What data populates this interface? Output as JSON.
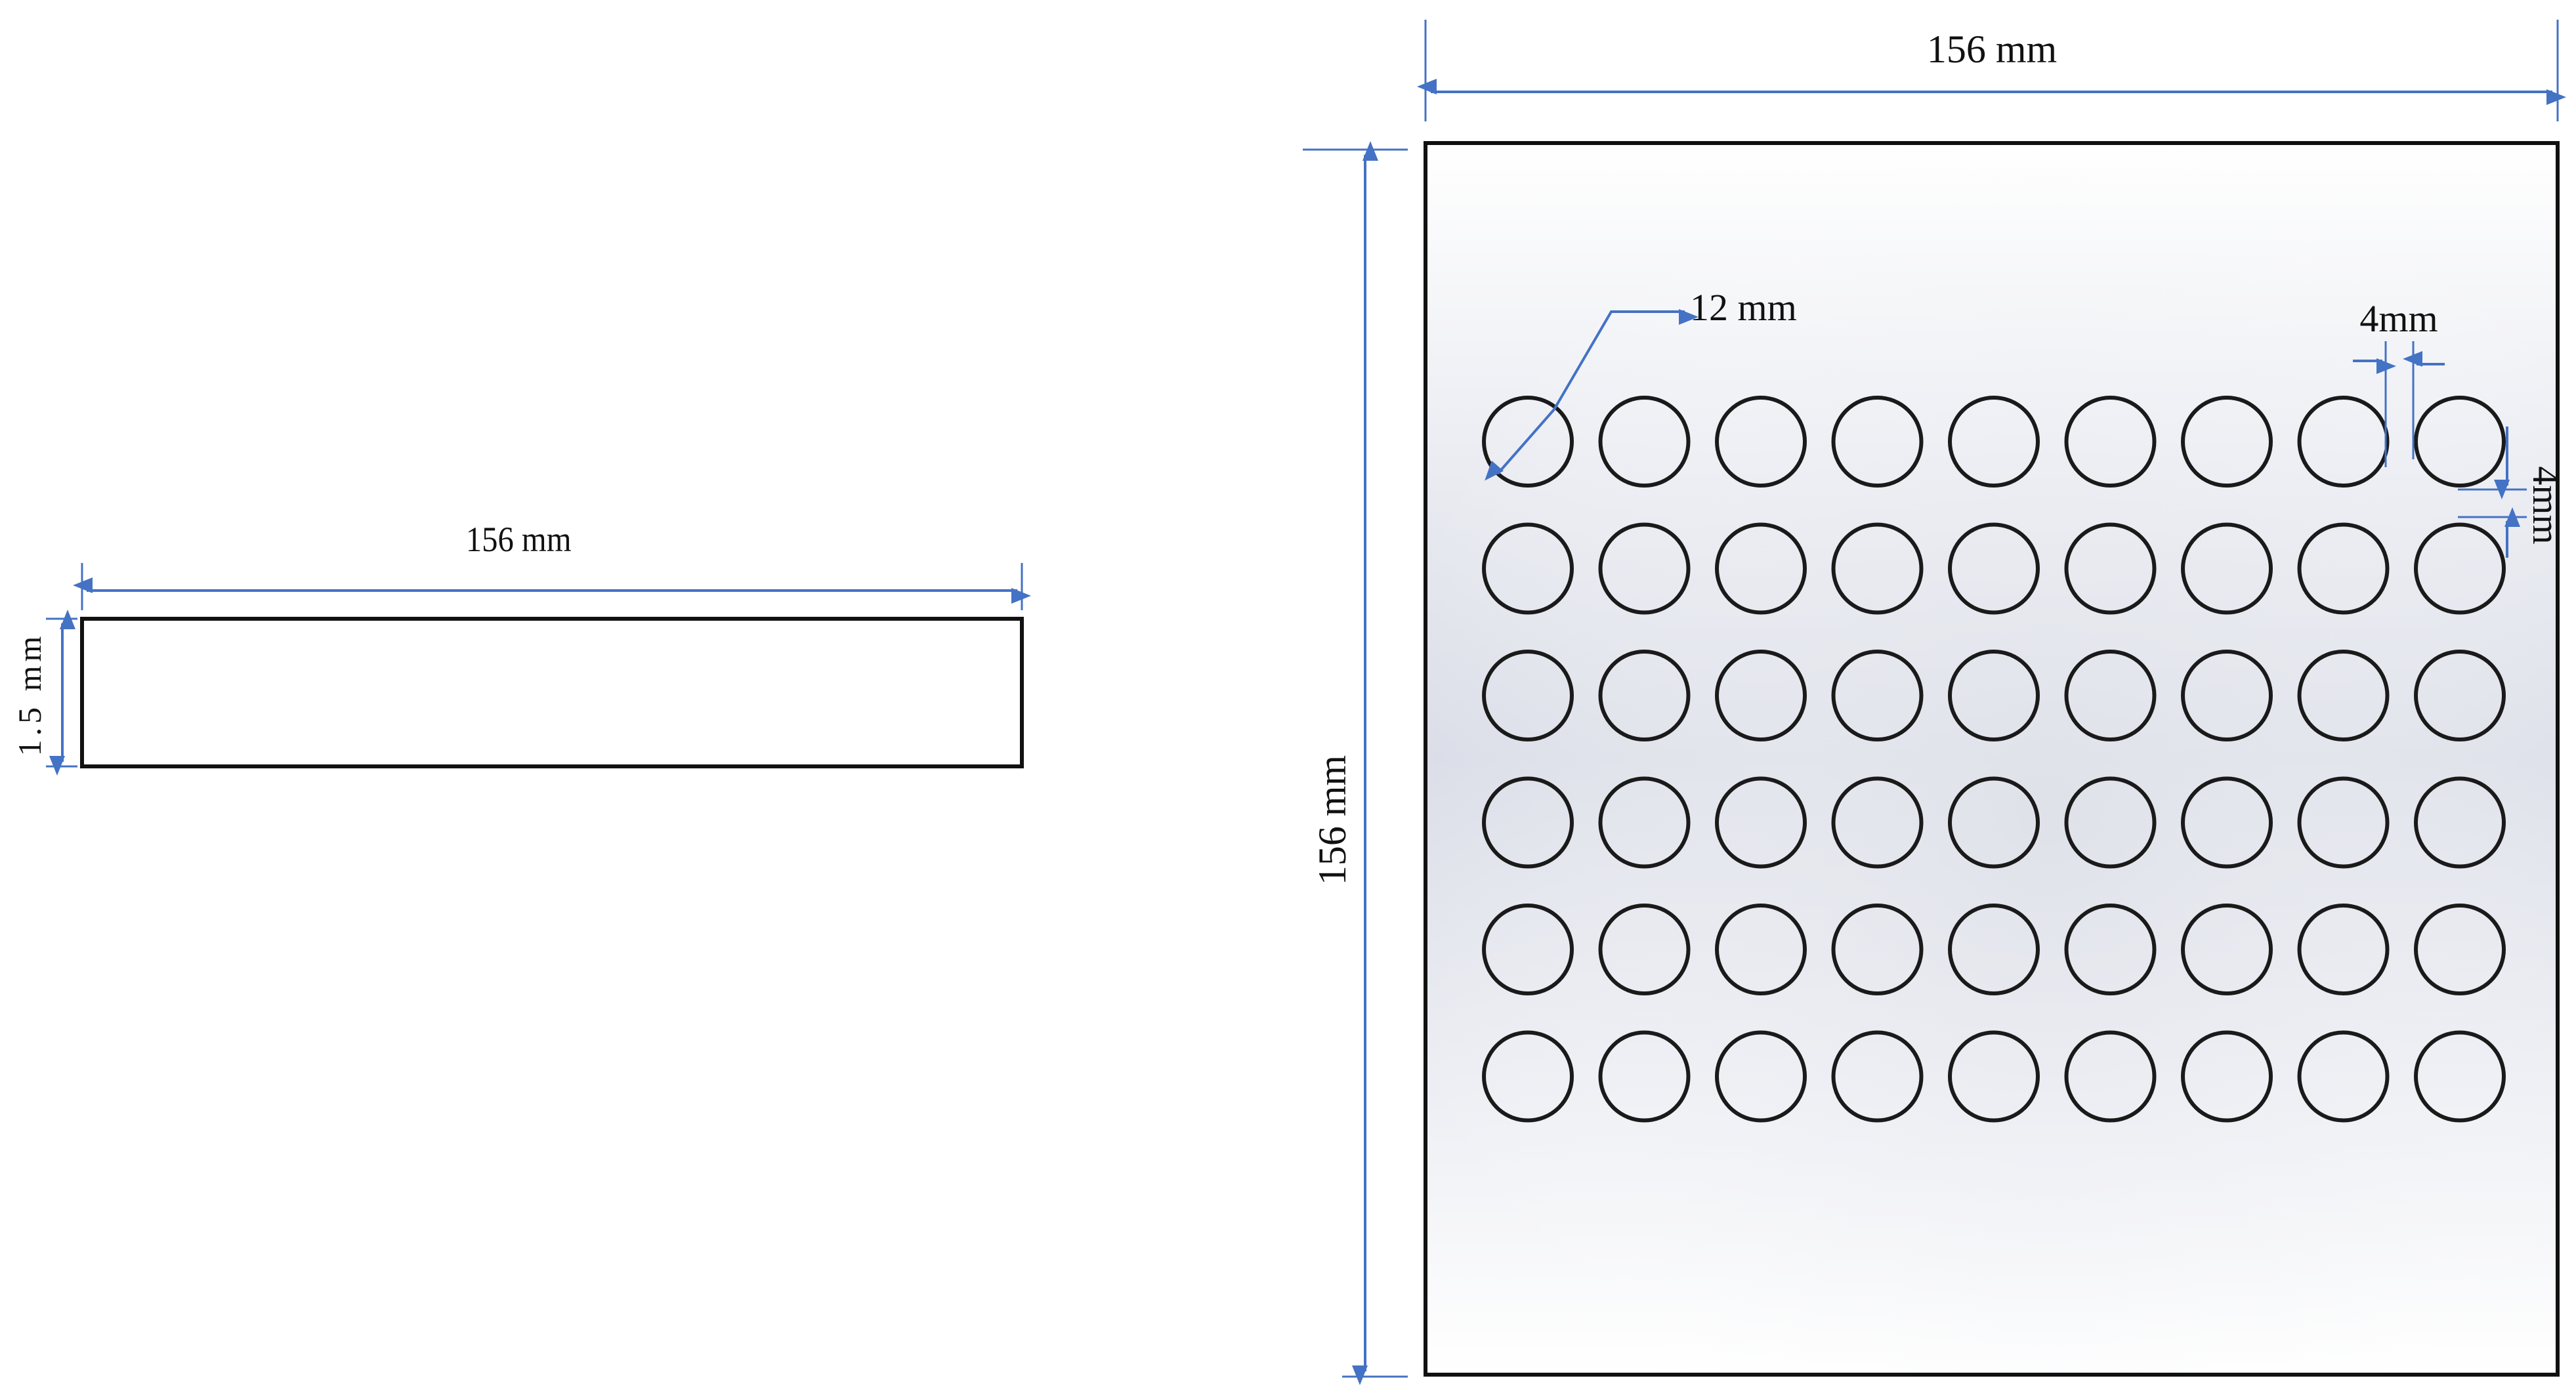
{
  "side_view": {
    "width_label": "156 mm",
    "thickness_label": "1.5 mm"
  },
  "top_view": {
    "width_label": "156 mm",
    "height_label": "156 mm",
    "hole_diameter_label": "12 mm",
    "hole_spacing_label": "4mm",
    "row_spacing_label": "4mm",
    "hole_rows": 6,
    "hole_columns": 9
  },
  "colors": {
    "dimension": "#4472c4",
    "outline": "#111111",
    "plate_shading": "#d8dbe6"
  }
}
